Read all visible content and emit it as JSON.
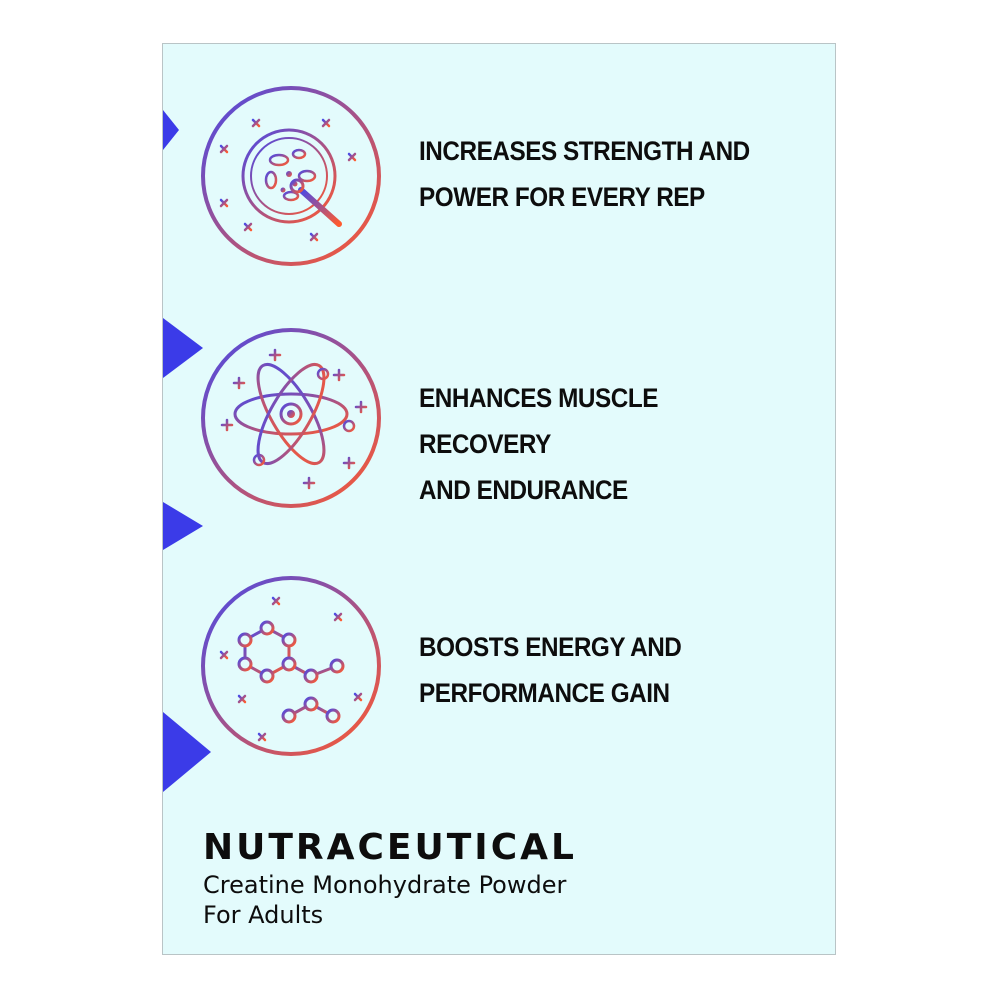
{
  "colors": {
    "background": "#e3fbfc",
    "accent_blue": "#3b3be8",
    "gradient_start": "#4a4ae6",
    "gradient_end": "#ff5a2e",
    "text": "#0d0d0d"
  },
  "features": [
    {
      "icon": "petri-dish-icon",
      "line1": "INCREASES STRENGTH AND",
      "line2": "POWER FOR EVERY REP"
    },
    {
      "icon": "atom-icon",
      "line1": "ENHANCES MUSCLE RECOVERY",
      "line2": "AND ENDURANCE"
    },
    {
      "icon": "molecule-icon",
      "line1": "BOOSTS ENERGY AND",
      "line2": "PERFORMANCE GAIN"
    }
  ],
  "brand": {
    "name": "NUTRACEUTICAL",
    "subtitle_line1": "Creatine Monohydrate Powder",
    "subtitle_line2": "For Adults"
  }
}
